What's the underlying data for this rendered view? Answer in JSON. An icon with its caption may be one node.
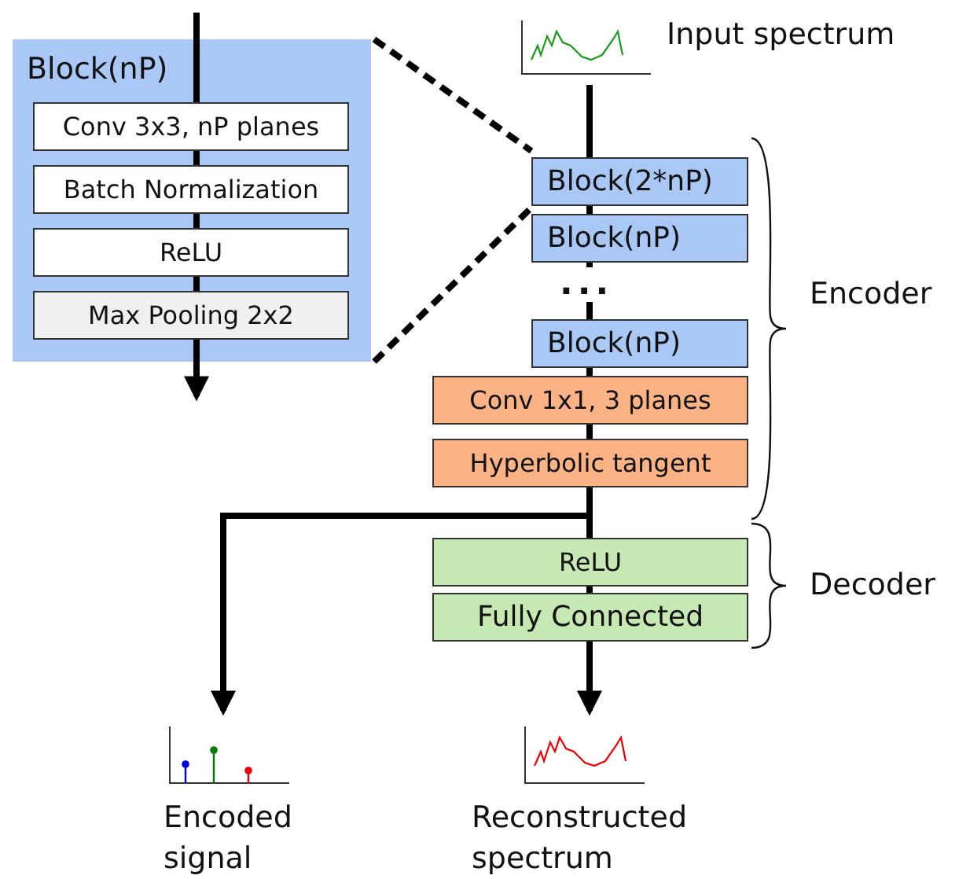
{
  "diagram": {
    "nodes": [
      {
        "text": [
          "Block(nP)"
        ]
      },
      {
        "text": [
          "Conv 3x3, nP planes"
        ],
        "in": 0
      },
      {
        "text": [
          "Batch Normalization"
        ],
        "in": 0
      },
      {
        "text": [
          "ReLU"
        ],
        "in": 0
      },
      {
        "text": [
          "Max Pooling 2x2"
        ],
        "in": 0
      },
      {
        "text": [
          "Input spectrum"
        ]
      },
      {
        "text": [
          "Block(2*nP)"
        ]
      },
      {
        "text": [
          "Block(nP)"
        ]
      },
      {
        "text": [
          "Block(nP)"
        ]
      },
      {
        "text": [
          "Conv 1x1, 3 planes"
        ]
      },
      {
        "text": [
          "Hyperbolic tangent"
        ]
      },
      {
        "text": [
          "ReLU"
        ]
      },
      {
        "text": [
          "Fully Connected"
        ]
      },
      {
        "text": [
          "Encoded signal"
        ]
      },
      {
        "text": [
          "Reconstructed spectrum"
        ]
      }
    ],
    "edges": [
      {
        "from": null,
        "to": 1,
        "arrow": "none"
      },
      {
        "from": 1,
        "to": 2,
        "arrow": "none"
      },
      {
        "from": 2,
        "to": 3,
        "arrow": "none"
      },
      {
        "from": 3,
        "to": 4,
        "arrow": "none"
      },
      {
        "from": 4,
        "to": null,
        "arrow": "to"
      },
      {
        "from": 5,
        "to": 6,
        "arrow": "none"
      },
      {
        "from": 6,
        "to": 7,
        "arrow": "none"
      },
      {
        "from": 7,
        "to": 8,
        "arrow": "none"
      },
      {
        "from": 8,
        "to": 9,
        "arrow": "none"
      },
      {
        "from": 9,
        "to": 10,
        "arrow": "none"
      },
      {
        "from": 10,
        "to": 11,
        "arrow": "none"
      },
      {
        "from": 11,
        "to": 12,
        "arrow": "none"
      },
      {
        "from": 12,
        "to": 14,
        "arrow": "to"
      },
      {
        "from": 10,
        "to": 13,
        "arrow": "to"
      },
      {
        "from": 0,
        "to": 6,
        "arrow": "none",
        "style": "dashed"
      },
      {
        "from": 0,
        "to": 6,
        "arrow": "none",
        "style": "dashed"
      }
    ],
    "labels": [
      "...",
      "Encoder",
      "Decoder"
    ]
  }
}
